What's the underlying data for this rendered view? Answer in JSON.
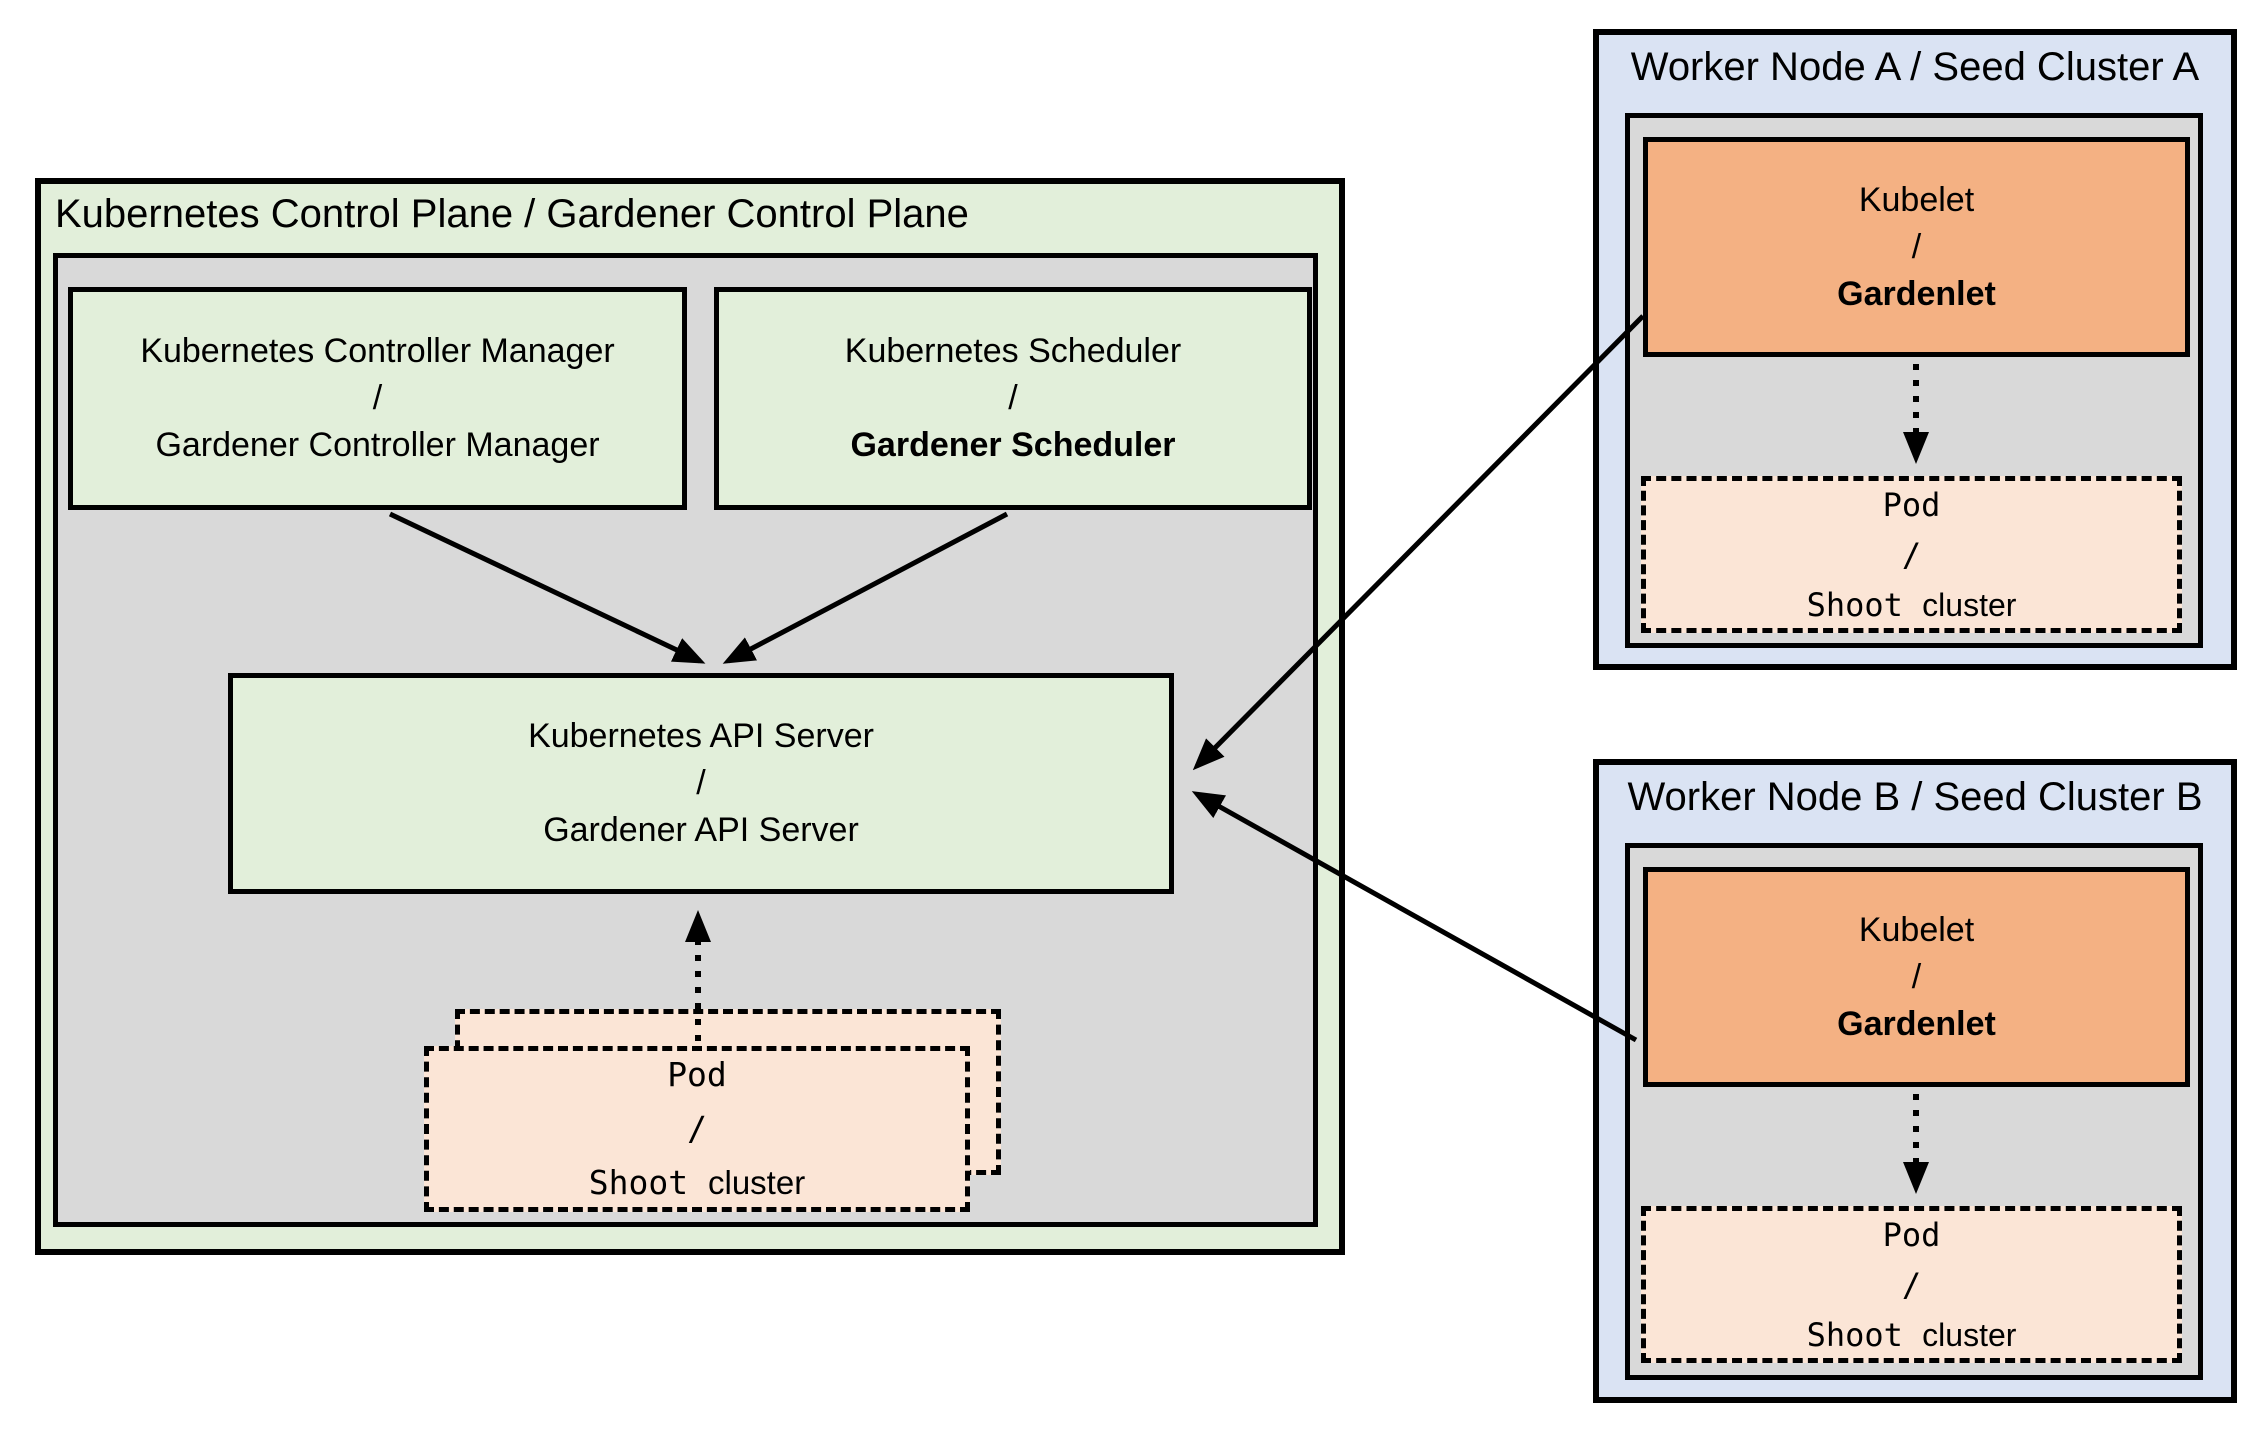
{
  "colors": {
    "green_fill": "#e2efda",
    "gray_fill": "#d9d9d9",
    "blue_fill": "#dae3f3",
    "orange_fill": "#f4b183",
    "peach_fill": "#fbe5d6",
    "border_color": "#000000"
  },
  "control_plane": {
    "title": "Kubernetes Control Plane / Gardener Control Plane",
    "controller_manager": {
      "top": "Kubernetes Controller Manager",
      "sep": "/",
      "bottom": "Gardener Controller Manager"
    },
    "scheduler": {
      "top": "Kubernetes Scheduler",
      "sep": "/",
      "bottom": "Gardener Scheduler"
    },
    "api_server": {
      "top": "Kubernetes API Server",
      "sep": "/",
      "bottom": "Gardener API Server"
    },
    "pod": {
      "top": "Pod",
      "sep": "/",
      "shoot": "Shoot",
      "cluster": "cluster"
    }
  },
  "worker_node_a": {
    "title": "Worker Node A / Seed Cluster A",
    "kubelet": {
      "top": "Kubelet",
      "sep": "/",
      "bottom": "Gardenlet"
    },
    "pod": {
      "top": "Pod",
      "sep": "/",
      "shoot": "Shoot",
      "cluster": "cluster"
    }
  },
  "worker_node_b": {
    "title": "Worker Node B / Seed Cluster B",
    "kubelet": {
      "top": "Kubelet",
      "sep": "/",
      "bottom": "Gardenlet"
    },
    "pod": {
      "top": "Pod",
      "sep": "/",
      "shoot": "Shoot",
      "cluster": "cluster"
    }
  }
}
